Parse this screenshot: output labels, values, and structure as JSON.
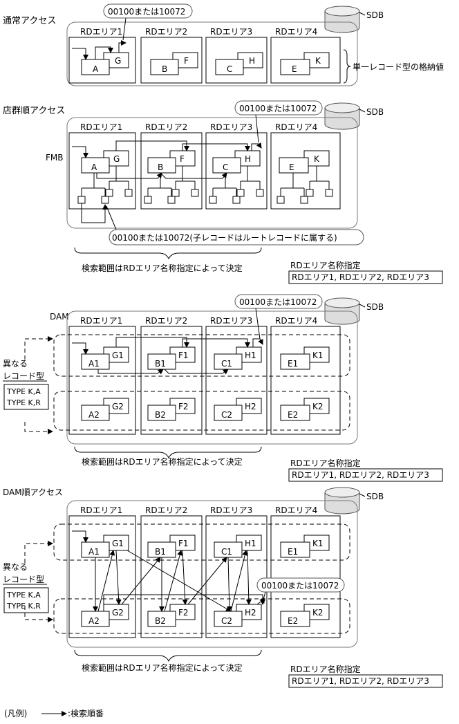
{
  "sdb": "SDB",
  "areas": [
    "RDエリア1",
    "RDエリア2",
    "RDエリア3",
    "RDエリア4"
  ],
  "sections": {
    "normal": {
      "title": "通常アクセス",
      "callout": "00100または10072",
      "pairs": [
        [
          "A",
          "G"
        ],
        [
          "B",
          "F"
        ],
        [
          "C",
          "H"
        ],
        [
          "E",
          "K"
        ]
      ],
      "side_note": "単一レコード型の格納値"
    },
    "store": {
      "title": "店群順アクセス",
      "fmb": "FMB",
      "callout": "00100または10072",
      "pairs": [
        [
          "A",
          "G"
        ],
        [
          "B",
          "F"
        ],
        [
          "C",
          "H"
        ],
        [
          "E",
          "K"
        ]
      ],
      "bottom_callout": "00100または10072(子レコードはルートレコードに属する)",
      "scope": "検索範囲はRDエリア名称指定によって決定",
      "spec_label": "RDエリア名称指定",
      "spec_value": "RDエリア1, RDエリア2, RDエリア3"
    },
    "dam": {
      "title": "DAM",
      "callout": "00100または10072",
      "row1": [
        [
          "A1",
          "G1"
        ],
        [
          "B1",
          "F1"
        ],
        [
          "C1",
          "H1"
        ],
        [
          "E1",
          "K1"
        ]
      ],
      "row2": [
        [
          "A2",
          "G2"
        ],
        [
          "B2",
          "F2"
        ],
        [
          "C2",
          "H2"
        ],
        [
          "E2",
          "K2"
        ]
      ],
      "diff_label": "異なる",
      "rec_label": "レコード型",
      "types": [
        "TYPE K,A",
        "TYPE K,R"
      ],
      "scope": "検索範囲はRDエリア名称指定によって決定",
      "spec_label": "RDエリア名称指定",
      "spec_value": "RDエリア1, RDエリア2, RDエリア3"
    },
    "damseq": {
      "title": "DAM順アクセス",
      "callout": "00100または10072",
      "row1": [
        [
          "A1",
          "G1"
        ],
        [
          "B1",
          "F1"
        ],
        [
          "C1",
          "H1"
        ],
        [
          "E1",
          "K1"
        ]
      ],
      "row2": [
        [
          "A2",
          "G2"
        ],
        [
          "B2",
          "F2"
        ],
        [
          "C2",
          "H2"
        ],
        [
          "E2",
          "K2"
        ]
      ],
      "diff_label": "異なる",
      "rec_label": "レコード型",
      "types": [
        "TYPE K,A",
        "TYPE K,R"
      ],
      "scope": "検索範囲はRDエリア名称指定によって決定",
      "spec_label": "RDエリア名称指定",
      "spec_value": "RDエリア1, RDエリア2, RDエリア3"
    }
  },
  "legend": {
    "label": "(凡例)",
    "text": ":検索順番"
  }
}
